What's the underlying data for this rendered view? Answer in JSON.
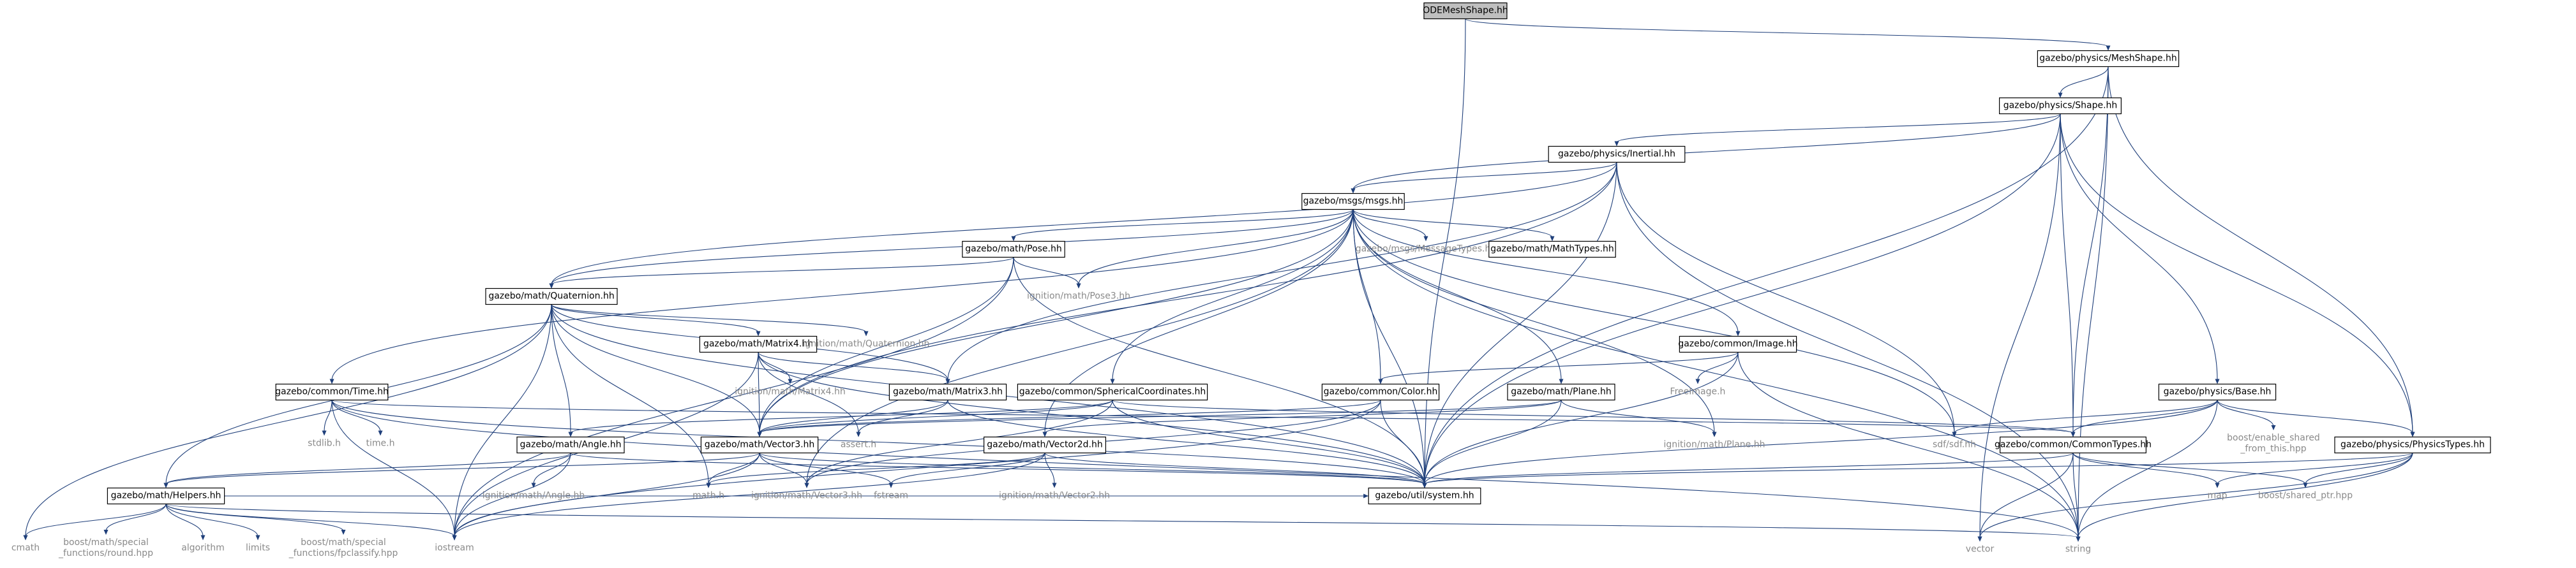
{
  "diagram": {
    "type": "include-dependency-graph",
    "root": "ODEMeshShape.hh",
    "nodes": [
      {
        "id": "ode_mesh_shape",
        "label": "ODEMeshShape.hh",
        "kind": "root"
      },
      {
        "id": "physics_mesh_shape",
        "label": "gazebo/physics/MeshShape.hh",
        "kind": "doc"
      },
      {
        "id": "physics_shape",
        "label": "gazebo/physics/Shape.hh",
        "kind": "doc"
      },
      {
        "id": "physics_inertial",
        "label": "gazebo/physics/Inertial.hh",
        "kind": "doc"
      },
      {
        "id": "msgs",
        "label": "gazebo/msgs/msgs.hh",
        "kind": "doc"
      },
      {
        "id": "math_pose",
        "label": "gazebo/math/Pose.hh",
        "kind": "doc"
      },
      {
        "id": "msgs_message_types",
        "label": "gazebo/msgs/MessageTypes.hh",
        "kind": "ext"
      },
      {
        "id": "math_math_types",
        "label": "gazebo/math/MathTypes.hh",
        "kind": "doc"
      },
      {
        "id": "math_quaternion",
        "label": "gazebo/math/Quaternion.hh",
        "kind": "doc"
      },
      {
        "id": "ign_pose3",
        "label": "ignition/math/Pose3.hh",
        "kind": "ext"
      },
      {
        "id": "common_time",
        "label": "gazebo/common/Time.hh",
        "kind": "doc"
      },
      {
        "id": "math_matrix4",
        "label": "gazebo/math/Matrix4.hh",
        "kind": "doc"
      },
      {
        "id": "ign_quaternion",
        "label": "ignition/math/Quaternion.hh",
        "kind": "ext"
      },
      {
        "id": "ign_matrix4",
        "label": "ignition/math/Matrix4.hh",
        "kind": "ext"
      },
      {
        "id": "math_matrix3",
        "label": "gazebo/math/Matrix3.hh",
        "kind": "doc"
      },
      {
        "id": "common_spherical",
        "label": "gazebo/common/SphericalCoordinates.hh",
        "kind": "doc"
      },
      {
        "id": "common_color",
        "label": "gazebo/common/Color.hh",
        "kind": "doc"
      },
      {
        "id": "common_image",
        "label": "gazebo/common/Image.hh",
        "kind": "doc"
      },
      {
        "id": "freeimage",
        "label": "FreeImage.h",
        "kind": "ext"
      },
      {
        "id": "math_plane",
        "label": "gazebo/math/Plane.hh",
        "kind": "doc"
      },
      {
        "id": "physics_base",
        "label": "gazebo/physics/Base.hh",
        "kind": "doc"
      },
      {
        "id": "stdlib",
        "label": "stdlib.h",
        "kind": "ext"
      },
      {
        "id": "time_h",
        "label": "time.h",
        "kind": "ext"
      },
      {
        "id": "math_angle",
        "label": "gazebo/math/Angle.hh",
        "kind": "doc"
      },
      {
        "id": "math_vector3",
        "label": "gazebo/math/Vector3.hh",
        "kind": "doc"
      },
      {
        "id": "assert_h",
        "label": "assert.h",
        "kind": "ext"
      },
      {
        "id": "math_vector2d",
        "label": "gazebo/math/Vector2d.hh",
        "kind": "doc"
      },
      {
        "id": "ign_plane",
        "label": "ignition/math/Plane.hh",
        "kind": "ext"
      },
      {
        "id": "sdf",
        "label": "sdf/sdf.hh",
        "kind": "ext"
      },
      {
        "id": "common_types",
        "label": "gazebo/common/CommonTypes.hh",
        "kind": "doc"
      },
      {
        "id": "boost_enable_shared",
        "label": "boost/enable_shared\n_from_this.hpp",
        "kind": "ext"
      },
      {
        "id": "physics_types",
        "label": "gazebo/physics/PhysicsTypes.hh",
        "kind": "doc"
      },
      {
        "id": "math_helpers",
        "label": "gazebo/math/Helpers.hh",
        "kind": "doc"
      },
      {
        "id": "ign_angle",
        "label": "ignition/math/Angle.hh",
        "kind": "ext"
      },
      {
        "id": "math_h",
        "label": "math.h",
        "kind": "ext"
      },
      {
        "id": "ign_vector3",
        "label": "ignition/math/Vector3.hh",
        "kind": "ext"
      },
      {
        "id": "fstream",
        "label": "fstream",
        "kind": "ext"
      },
      {
        "id": "ign_vector2",
        "label": "ignition/math/Vector2.hh",
        "kind": "ext"
      },
      {
        "id": "util_system",
        "label": "gazebo/util/system.hh",
        "kind": "doc"
      },
      {
        "id": "map",
        "label": "map",
        "kind": "ext"
      },
      {
        "id": "boost_shared_ptr",
        "label": "boost/shared_ptr.hpp",
        "kind": "ext"
      },
      {
        "id": "cmath",
        "label": "cmath",
        "kind": "ext"
      },
      {
        "id": "boost_round",
        "label": "boost/math/special\n_functions/round.hpp",
        "kind": "ext"
      },
      {
        "id": "algorithm",
        "label": "algorithm",
        "kind": "ext"
      },
      {
        "id": "limits",
        "label": "limits",
        "kind": "ext"
      },
      {
        "id": "boost_fpclassify",
        "label": "boost/math/special\n_functions/fpclassify.hpp",
        "kind": "ext"
      },
      {
        "id": "iostream",
        "label": "iostream",
        "kind": "ext"
      },
      {
        "id": "vector",
        "label": "vector",
        "kind": "ext"
      },
      {
        "id": "string",
        "label": "string",
        "kind": "ext"
      }
    ],
    "edges": [
      [
        "ode_mesh_shape",
        "physics_mesh_shape"
      ],
      [
        "ode_mesh_shape",
        "util_system"
      ],
      [
        "physics_mesh_shape",
        "physics_shape"
      ],
      [
        "physics_mesh_shape",
        "common_types"
      ],
      [
        "physics_mesh_shape",
        "physics_types"
      ],
      [
        "physics_mesh_shape",
        "util_system"
      ],
      [
        "physics_mesh_shape",
        "string"
      ],
      [
        "physics_shape",
        "physics_inertial"
      ],
      [
        "physics_shape",
        "msgs"
      ],
      [
        "physics_shape",
        "physics_base"
      ],
      [
        "physics_shape",
        "common_types"
      ],
      [
        "physics_shape",
        "physics_types"
      ],
      [
        "physics_shape",
        "util_system"
      ],
      [
        "physics_shape",
        "vector"
      ],
      [
        "physics_inertial",
        "msgs"
      ],
      [
        "physics_inertial",
        "math_quaternion"
      ],
      [
        "physics_inertial",
        "math_vector3"
      ],
      [
        "physics_inertial",
        "math_matrix3"
      ],
      [
        "physics_inertial",
        "sdf"
      ],
      [
        "physics_inertial",
        "util_system"
      ],
      [
        "physics_inertial",
        "string"
      ],
      [
        "msgs",
        "math_pose"
      ],
      [
        "msgs",
        "msgs_message_types"
      ],
      [
        "msgs",
        "math_math_types"
      ],
      [
        "msgs",
        "math_quaternion"
      ],
      [
        "msgs",
        "ign_pose3"
      ],
      [
        "msgs",
        "common_time"
      ],
      [
        "msgs",
        "common_spherical"
      ],
      [
        "msgs",
        "common_color"
      ],
      [
        "msgs",
        "common_image"
      ],
      [
        "msgs",
        "math_plane"
      ],
      [
        "msgs",
        "math_vector3"
      ],
      [
        "msgs",
        "math_vector2d"
      ],
      [
        "msgs",
        "ign_plane"
      ],
      [
        "msgs",
        "sdf"
      ],
      [
        "msgs",
        "util_system"
      ],
      [
        "msgs",
        "string"
      ],
      [
        "msgs",
        "ign_vector3"
      ],
      [
        "math_pose",
        "math_quaternion"
      ],
      [
        "math_pose",
        "math_vector3"
      ],
      [
        "math_pose",
        "ign_pose3"
      ],
      [
        "math_pose",
        "util_system"
      ],
      [
        "math_pose",
        "iostream"
      ],
      [
        "math_quaternion",
        "math_matrix4"
      ],
      [
        "math_quaternion",
        "math_matrix3"
      ],
      [
        "math_quaternion",
        "ign_quaternion"
      ],
      [
        "math_quaternion",
        "math_helpers"
      ],
      [
        "math_quaternion",
        "math_angle"
      ],
      [
        "math_quaternion",
        "math_vector3"
      ],
      [
        "math_quaternion",
        "math_h"
      ],
      [
        "math_quaternion",
        "util_system"
      ],
      [
        "math_quaternion",
        "iostream"
      ],
      [
        "math_quaternion",
        "cmath"
      ],
      [
        "common_time",
        "stdlib"
      ],
      [
        "common_time",
        "time_h"
      ],
      [
        "common_time",
        "iostream"
      ],
      [
        "common_time",
        "string"
      ],
      [
        "common_time",
        "common_types"
      ],
      [
        "common_time",
        "util_system"
      ],
      [
        "math_matrix4",
        "ign_matrix4"
      ],
      [
        "math_matrix4",
        "math_matrix3"
      ],
      [
        "math_matrix4",
        "math_vector3"
      ],
      [
        "math_matrix4",
        "assert_h"
      ],
      [
        "math_matrix4",
        "util_system"
      ],
      [
        "math_matrix4",
        "iostream"
      ],
      [
        "math_matrix3",
        "math_vector3"
      ],
      [
        "math_matrix3",
        "assert_h"
      ],
      [
        "math_matrix3",
        "util_system"
      ],
      [
        "common_spherical",
        "math_vector3"
      ],
      [
        "common_spherical",
        "math_angle"
      ],
      [
        "common_spherical",
        "common_types"
      ],
      [
        "common_spherical",
        "util_system"
      ],
      [
        "common_spherical",
        "ign_vector3"
      ],
      [
        "common_color",
        "math_vector3"
      ],
      [
        "common_color",
        "util_system"
      ],
      [
        "common_color",
        "iostream"
      ],
      [
        "common_color",
        "ign_vector3"
      ],
      [
        "common_image",
        "freeimage"
      ],
      [
        "common_image",
        "common_color"
      ],
      [
        "common_image",
        "util_system"
      ],
      [
        "common_image",
        "string"
      ],
      [
        "math_plane",
        "math_vector3"
      ],
      [
        "math_plane",
        "math_vector2d"
      ],
      [
        "math_plane",
        "ign_plane"
      ],
      [
        "math_plane",
        "util_system"
      ],
      [
        "physics_base",
        "sdf"
      ],
      [
        "physics_base",
        "boost_enable_shared"
      ],
      [
        "physics_base",
        "common_types"
      ],
      [
        "physics_base",
        "physics_types"
      ],
      [
        "physics_base",
        "util_system"
      ],
      [
        "physics_base",
        "string"
      ],
      [
        "math_angle",
        "ign_angle"
      ],
      [
        "math_angle",
        "math_helpers"
      ],
      [
        "math_angle",
        "util_system"
      ],
      [
        "math_angle",
        "iostream"
      ],
      [
        "math_vector3",
        "math_h"
      ],
      [
        "math_vector3",
        "ign_vector3"
      ],
      [
        "math_vector3",
        "fstream"
      ],
      [
        "math_vector3",
        "iostream"
      ],
      [
        "math_vector3",
        "math_helpers"
      ],
      [
        "math_vector3",
        "util_system"
      ],
      [
        "math_vector2d",
        "math_h"
      ],
      [
        "math_vector2d",
        "fstream"
      ],
      [
        "math_vector2d",
        "ign_vector2"
      ],
      [
        "math_vector2d",
        "util_system"
      ],
      [
        "math_vector2d",
        "iostream"
      ],
      [
        "common_types",
        "util_system"
      ],
      [
        "common_types",
        "map"
      ],
      [
        "common_types",
        "boost_shared_ptr"
      ],
      [
        "common_types",
        "vector"
      ],
      [
        "common_types",
        "string"
      ],
      [
        "physics_types",
        "map"
      ],
      [
        "physics_types",
        "boost_shared_ptr"
      ],
      [
        "physics_types",
        "util_system"
      ],
      [
        "physics_types",
        "vector"
      ],
      [
        "physics_types",
        "string"
      ],
      [
        "math_helpers",
        "cmath"
      ],
      [
        "math_helpers",
        "boost_round"
      ],
      [
        "math_helpers",
        "algorithm"
      ],
      [
        "math_helpers",
        "limits"
      ],
      [
        "math_helpers",
        "boost_fpclassify"
      ],
      [
        "math_helpers",
        "iostream"
      ],
      [
        "math_helpers",
        "string"
      ],
      [
        "math_helpers",
        "util_system"
      ]
    ]
  }
}
